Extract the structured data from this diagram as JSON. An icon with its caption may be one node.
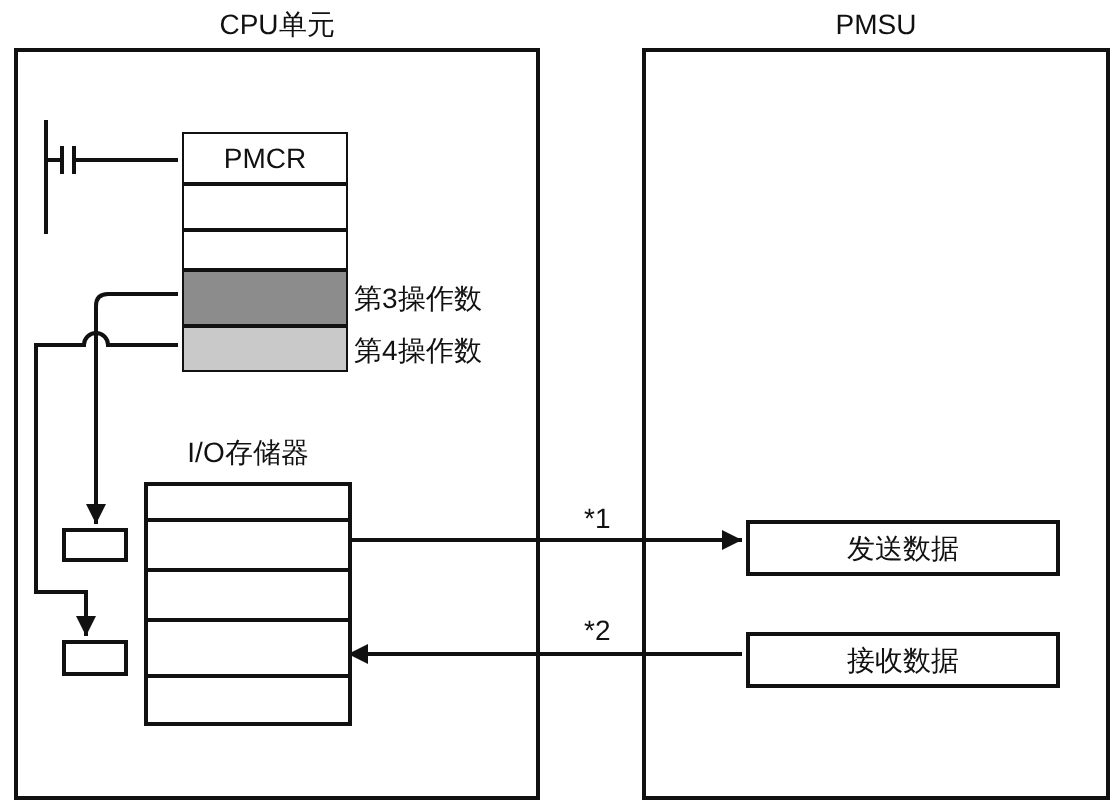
{
  "diagram": {
    "nodes": [
      {
        "text": [
          "CPU单元"
        ]
      },
      {
        "text": [
          "PMCR"
        ],
        "in": 0
      },
      {
        "text": [],
        "shape": "box",
        "in": 0
      },
      {
        "text": [],
        "shape": "box",
        "in": 0
      },
      {
        "text": [],
        "shape": "box",
        "in": 0,
        "beside": [
          "第3操作数"
        ]
      },
      {
        "text": [],
        "shape": "box",
        "in": 0,
        "beside": [
          "第4操作数"
        ]
      },
      {
        "text": [
          "I/O存储器"
        ],
        "in": 0
      },
      {
        "text": [],
        "shape": "box",
        "in": 0
      },
      {
        "text": [],
        "shape": "box",
        "in": 0
      },
      {
        "text": [
          "PMSU"
        ]
      },
      {
        "text": [
          "发送数据"
        ],
        "in": 9
      },
      {
        "text": [
          "接收数据"
        ],
        "in": 9
      }
    ],
    "edges": [
      {
        "from": 4,
        "to": 7,
        "arrow": "to"
      },
      {
        "from": 5,
        "to": 8,
        "arrow": "to"
      },
      {
        "from": 6,
        "to": 10,
        "arrow": "to",
        "label": "*1"
      },
      {
        "from": 11,
        "to": 6,
        "arrow": "to",
        "label": "*2"
      }
    ]
  }
}
